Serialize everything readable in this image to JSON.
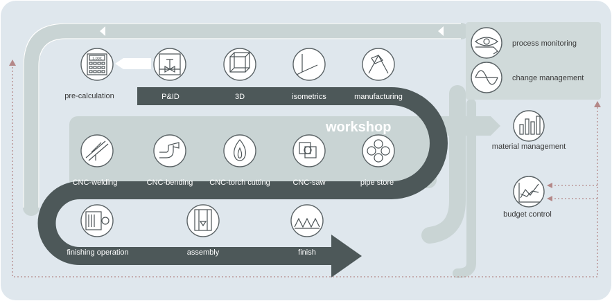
{
  "colors": {
    "background": "#dfe7ed",
    "flow_light": "#c9d4d4",
    "flow_dark": "#4d5859",
    "panel": "#d0dada",
    "dotted": "#b48888"
  },
  "workshop_label": "workshop",
  "steps": {
    "pre_calculation": "pre-calculation",
    "pid": "P&ID",
    "three_d": "3D",
    "isometrics": "isometrics",
    "manufacturing": "manufacturing",
    "cnc_welding": "CNC-welding",
    "cnc_bending": "CNC-bending",
    "cnc_torch": "CNC-torch cutting",
    "cnc_saw": "CNC-saw",
    "pipe_store": "pipe store",
    "finishing": "finishing operation",
    "assembly": "assembly",
    "finish": "finish"
  },
  "side": {
    "process_monitoring": "process monitoring",
    "change_management": "change management",
    "material_management": "material management",
    "budget_control": "budget control"
  },
  "calculator_display": "1.00€",
  "icons": {
    "calculator": "calculator-icon",
    "pid": "pid-schematic-icon",
    "three_d": "cube-icon",
    "isometrics": "isometric-axes-icon",
    "manufacturing": "hammer-icon",
    "welding": "welding-torch-icon",
    "bending": "bent-pipe-icon",
    "torch": "flame-icon",
    "saw": "saw-icon",
    "pipe_store": "pipe-bundle-icon",
    "finishing": "finishing-icon",
    "assembly": "assembly-icon",
    "finish": "finish-icon",
    "monitoring": "eye-icon",
    "change": "sine-wave-icon",
    "material": "bar-chart-icon",
    "budget": "line-chart-icon"
  }
}
